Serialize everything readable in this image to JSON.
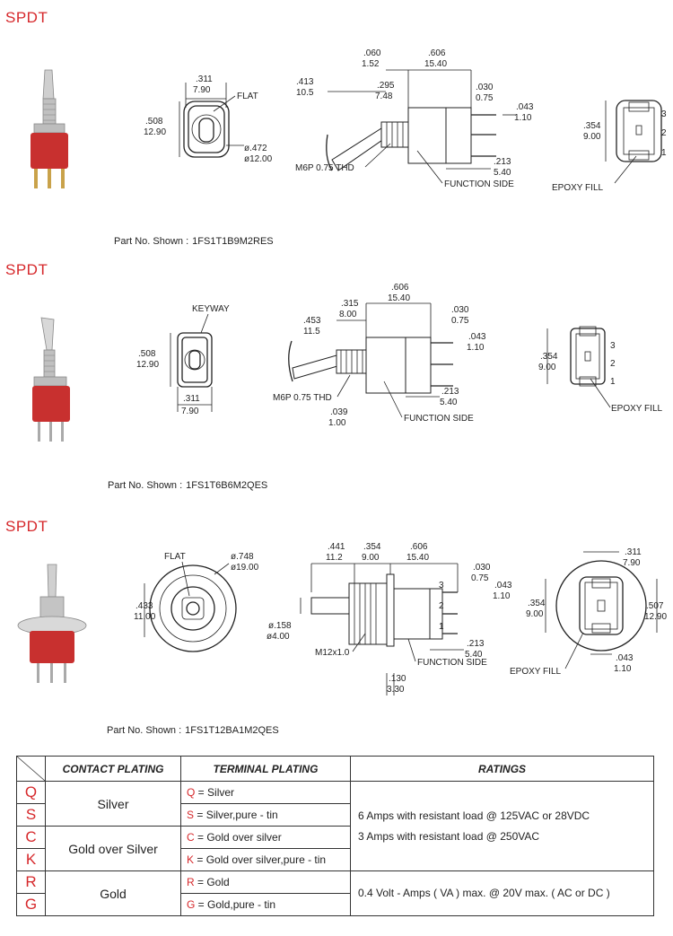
{
  "sections": [
    {
      "heading": "SPDT",
      "part_label": "Part No. Shown :",
      "part_number": "1FS1T1B9M2RES",
      "front": {
        "w_in": ".311",
        "w_mm": "7.90",
        "h_in": ".508",
        "h_mm": "12.90",
        "flat": "FLAT",
        "dia_in": "ø.472",
        "dia_mm": "ø12.00"
      },
      "side": {
        "a_in": ".060",
        "a_mm": "1.52",
        "b_in": ".606",
        "b_mm": "15.40",
        "c_in": ".413",
        "c_mm": "10.5",
        "d_in": ".295",
        "d_mm": "7.48",
        "e_in": ".030",
        "e_mm": "0.75",
        "f_in": ".043",
        "f_mm": "1.10",
        "g_in": ".213",
        "g_mm": "5.40",
        "thread": "M6P 0.75 THD",
        "function_side": "FUNCTION SIDE"
      },
      "bottom": {
        "h_in": ".354",
        "h_mm": "9.00",
        "pins": [
          "3",
          "2",
          "1"
        ],
        "epoxy": "EPOXY FILL"
      }
    },
    {
      "heading": "SPDT",
      "part_label": "Part No. Shown :",
      "part_number": "1FS1T6B6M2QES",
      "front": {
        "keyway": "KEYWAY",
        "h_in": ".508",
        "h_mm": "12.90",
        "w_in": ".311",
        "w_mm": "7.90"
      },
      "side": {
        "a_in": ".315",
        "a_mm": "8.00",
        "b_in": ".606",
        "b_mm": "15.40",
        "c_in": ".453",
        "c_mm": "11.5",
        "e_in": ".030",
        "e_mm": "0.75",
        "f_in": ".043",
        "f_mm": "1.10",
        "g_in": ".213",
        "g_mm": "5.40",
        "j_in": ".039",
        "j_mm": "1.00",
        "thread": "M6P 0.75 THD",
        "function_side": "FUNCTION SIDE"
      },
      "bottom": {
        "h_in": ".354",
        "h_mm": "9.00",
        "pins": [
          "3",
          "2",
          "1"
        ],
        "epoxy": "EPOXY FILL"
      }
    },
    {
      "heading": "SPDT",
      "part_label": "Part No. Shown :",
      "part_number": "1FS1T12BA1M2QES",
      "front": {
        "flat": "FLAT",
        "dia_in": "ø.748",
        "dia_mm": "ø19.00",
        "h_in": ".433",
        "h_mm": "11.00"
      },
      "side": {
        "a_in": ".441",
        "a_mm": "11.2",
        "b_in": ".354",
        "b_mm": "9.00",
        "c_in": ".606",
        "c_mm": "15.40",
        "e_in": ".030",
        "e_mm": "0.75",
        "f_in": ".043",
        "f_mm": "1.10",
        "g_in": ".213",
        "g_mm": "5.40",
        "k_in": ".130",
        "k_mm": "3.30",
        "d_in": "ø.158",
        "d_mm": "ø4.00",
        "thread": "M12x1.0",
        "function_side": "FUNCTION SIDE",
        "pins": [
          "3",
          "2",
          "1"
        ]
      },
      "bottom": {
        "w_in": ".311",
        "w_mm": "7.90",
        "h_in": ".354",
        "h_mm": "9.00",
        "h2_in": ".507",
        "h2_mm": "12.90",
        "f_in": ".043",
        "f_mm": "1.10",
        "epoxy": "EPOXY FILL"
      }
    }
  ],
  "table": {
    "headers": [
      "CONTACT PLATING",
      "TERMINAL  PLATING",
      "RATINGS"
    ],
    "codes": [
      "Q",
      "S",
      "C",
      "K",
      "R",
      "G"
    ],
    "contact": [
      "Silver",
      "Gold over Silver",
      "Gold"
    ],
    "terminal": [
      {
        "code": "Q",
        "text": " = Silver"
      },
      {
        "code": "S",
        "text": " = Silver,pure - tin"
      },
      {
        "code": "C",
        "text": " = Gold over silver"
      },
      {
        "code": "K",
        "text": " = Gold over silver,pure - tin"
      },
      {
        "code": "R",
        "text": " = Gold"
      },
      {
        "code": "G",
        "text": " = Gold,pure - tin"
      }
    ],
    "ratings": [
      "6 Amps with resistant load @ 125VAC or 28VDC",
      "3 Amps with resistant load @ 250VAC",
      "0.4 Volt - Amps ( VA ) max. @ 20V max. ( AC or DC )"
    ]
  },
  "colors": {
    "accent": "#d6282b",
    "switch_body": "#c8302f",
    "metal": "#b8b8b8"
  }
}
